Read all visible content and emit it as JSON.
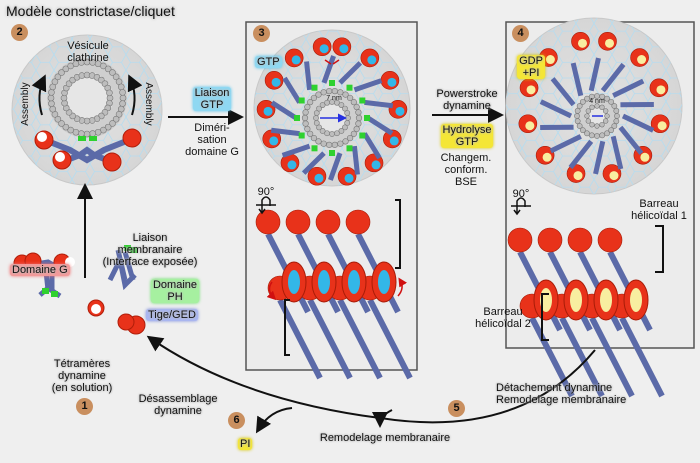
{
  "title": "Modèle constrictase/cliquet",
  "steps": {
    "s1": "1",
    "s2": "2",
    "s3": "3",
    "s4": "4",
    "s5": "5",
    "s6": "6"
  },
  "stage1": {
    "domaine_g": "Domaine G",
    "domaine_ph_1": "Domaine",
    "domaine_ph_2": "PH",
    "tige_ged": "Tige/GED",
    "tetrameres_1": "Tétramères",
    "tetrameres_2": "dynamine",
    "tetrameres_3": "(en solution)"
  },
  "transition_1_2": {
    "line1": "Liaison",
    "line2": "membranaire",
    "line3": "(Interface exposée)"
  },
  "stage2": {
    "vesicule_1": "Vésicule",
    "vesicule_2": "clathrine",
    "assembly_left": "Assembly",
    "assembly_right": "Assembly"
  },
  "transition_2_3": {
    "liaison_1": "Liaison",
    "liaison_2": "GTP",
    "dimer_1": "Diméri-",
    "dimer_2": "sation",
    "dimer_3": "domaine G"
  },
  "stage3": {
    "gtp": "GTP",
    "diameter": "7 nm",
    "rotation": "90°"
  },
  "transition_3_4": {
    "power_1": "Powerstroke",
    "power_2": "dynamine",
    "hydro_1": "Hydrolyse",
    "hydro_2": "GTP",
    "change_1": "Changem.",
    "change_2": "conform.",
    "change_3": "BSE"
  },
  "stage4": {
    "gdp_1": "GDP",
    "gdp_2": "+PI",
    "diameter": "4 nm",
    "rotation": "90°",
    "barreau1_1": "Barreau",
    "barreau1_2": "hélicoïdal 1",
    "barreau2_1": "Barreau",
    "barreau2_2": "hélicoïdal 2"
  },
  "stage5": {
    "line1": "Détachement dynamine",
    "line2": "Remodelage membranaire"
  },
  "bottom": {
    "remodelage": "Remodelage membranaire",
    "pi": "PI",
    "desassemblage_1": "Désassemblage",
    "desassemblage_2": "dynamine"
  },
  "colors": {
    "g_domain": "#e8321a",
    "stalk": "#5b6aa8",
    "ph_domain": "#2fd12f",
    "gtp": "#33b7e8",
    "gdp": "#f8eea0",
    "step_badge": "#c98f5f",
    "lipid": "#a8a8a8"
  }
}
